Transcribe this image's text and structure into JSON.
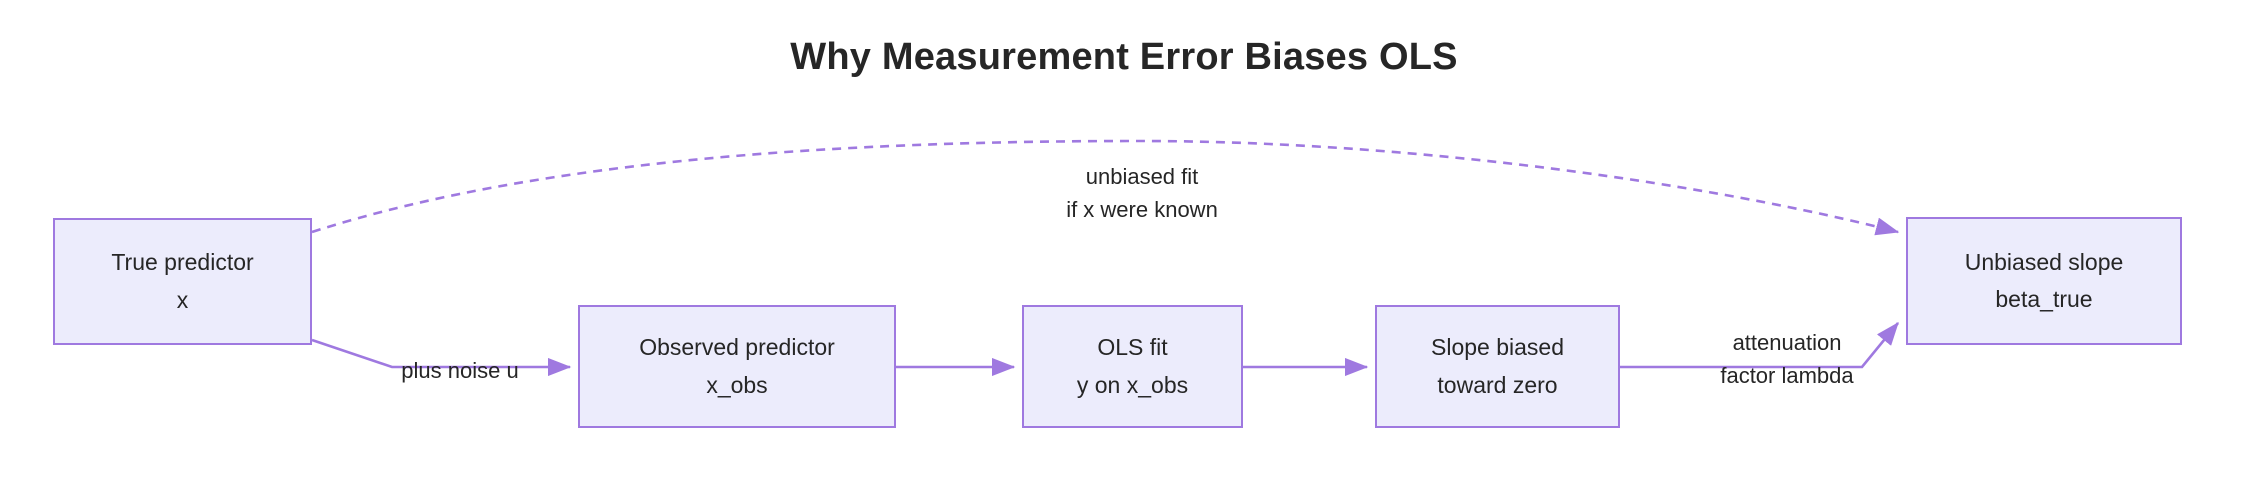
{
  "title": "Why Measurement Error Biases OLS",
  "theme": {
    "background": "#ffffff",
    "node_fill": "#ececfc",
    "node_border": "#9f79e0",
    "edge_color": "#9f79e0",
    "text_color": "#262626"
  },
  "nodes": [
    {
      "id": "true_predictor",
      "line1": "True predictor",
      "line2": "x"
    },
    {
      "id": "observed_predictor",
      "line1": "Observed predictor",
      "line2": "x_obs"
    },
    {
      "id": "ols_fit",
      "line1": "OLS fit",
      "line2": "y on x_obs"
    },
    {
      "id": "slope_biased",
      "line1": "Slope biased",
      "line2": "toward zero"
    },
    {
      "id": "unbiased_slope",
      "line1": "Unbiased slope",
      "line2": "beta_true"
    }
  ],
  "edges": [
    {
      "id": "true_to_unbiased",
      "from": "true_predictor",
      "to": "unbiased_slope",
      "style": "dotted",
      "label_line1": "unbiased fit",
      "label_line2": "if x were known"
    },
    {
      "id": "true_to_observed",
      "from": "true_predictor",
      "to": "observed_predictor",
      "style": "solid",
      "label_line1": "plus noise u",
      "label_line2": ""
    },
    {
      "id": "observed_to_ols",
      "from": "observed_predictor",
      "to": "ols_fit",
      "style": "solid",
      "label_line1": "",
      "label_line2": ""
    },
    {
      "id": "ols_to_slope",
      "from": "ols_fit",
      "to": "slope_biased",
      "style": "solid",
      "label_line1": "",
      "label_line2": ""
    },
    {
      "id": "slope_to_unbiased",
      "from": "slope_biased",
      "to": "unbiased_slope",
      "style": "solid",
      "label_line1": "attenuation",
      "label_line2": "factor lambda"
    }
  ]
}
